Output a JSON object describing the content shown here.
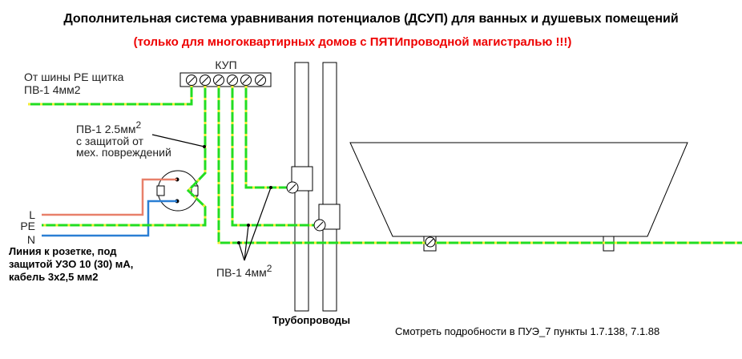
{
  "title": "Дополнительная система уравнивания потенциалов (ДСУП) для ванных и душевых помещений",
  "subtitle": "(только для многоквартирных домов с ПЯТИпроводной магистралью !!!)",
  "kup_label": "КУП",
  "feed_label": [
    "От шины РЕ щитка",
    "ПВ-1  4мм2"
  ],
  "socket_wire_label": {
    "main": "ПВ-1 2.5мм",
    "sup": "2",
    "lines": [
      "с защитой от",
      "мех. повреждений"
    ]
  },
  "line_labels": {
    "l": "L",
    "pe": "PE",
    "n": "N"
  },
  "socket_line_note": [
    "Линия к розетке, под",
    "защитой УЗО 10 (30) мА,",
    "кабель 3х2,5 мм2"
  ],
  "bond_wire_label": {
    "main": "ПВ-1 4мм",
    "sup": "2"
  },
  "pipes_label": "Трубопроводы",
  "footer": "Смотреть подробности в ПУЭ_7 пункты 1.7.138,  7.1.88",
  "colors": {
    "pe_green": "#22dd22",
    "pe_yellow": "#eeee33",
    "l_wire": "#e8806a",
    "n_wire": "#2a7fd4",
    "subtitle": "#ee0000"
  }
}
